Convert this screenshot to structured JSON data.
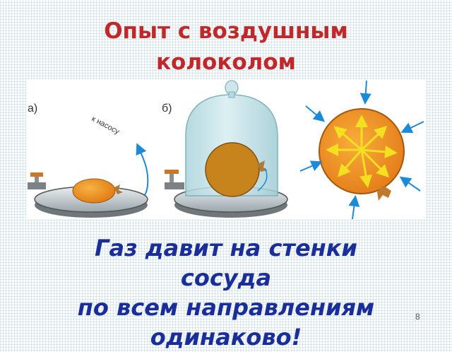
{
  "slide": {
    "title_line1": "Опыт с воздушным",
    "title_line2": "колоколом",
    "caption_line1": "Газ давит на стенки",
    "caption_line2": "сосуда",
    "caption_line3": "по всем направлениям",
    "caption_line4": "одинаково!",
    "page_number": "8"
  },
  "figure": {
    "label_a": "а)",
    "label_b": "б)",
    "pump_label": "к насосу"
  },
  "colors": {
    "title": "#c0282a",
    "caption": "#1a2e9a",
    "balloon": "#e8942a",
    "bell_jar": "#b9dde3",
    "arrow_out": "#f4e020",
    "arrow_in": "#1b8ad8"
  }
}
